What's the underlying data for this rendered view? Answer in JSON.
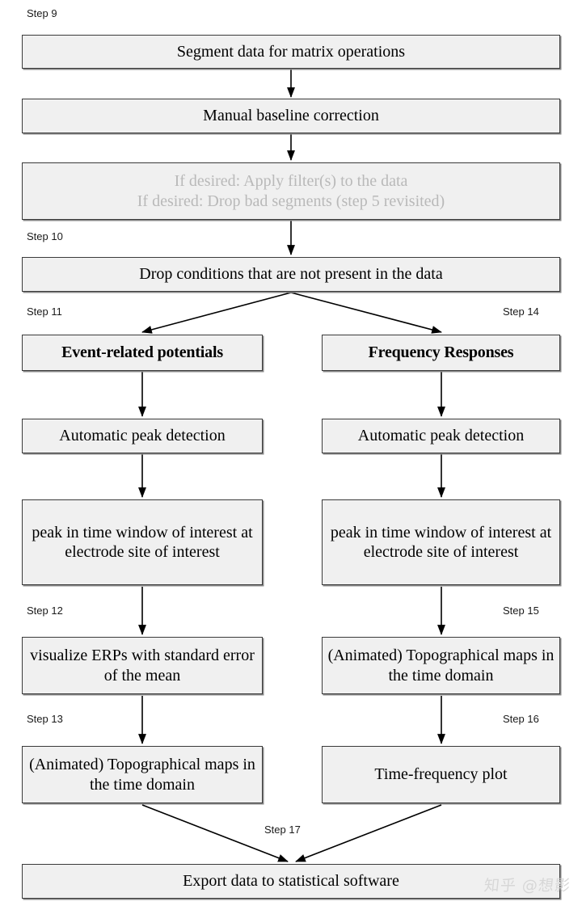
{
  "diagram": {
    "title": "EEG analysis pipeline flowchart (steps 9-17)",
    "background_color": "#ffffff",
    "box_fill_color": "#f0f0f0",
    "box_border_color": "#3a3a3a",
    "faded_text_color": "#b9b9b9",
    "text_color": "#000000"
  },
  "step_labels": [
    {
      "id": "step-9",
      "text": "Step 9"
    },
    {
      "id": "step-10",
      "text": "Step 10"
    },
    {
      "id": "step-11",
      "text": "Step 11"
    },
    {
      "id": "step-14",
      "text": "Step 14"
    },
    {
      "id": "step-12",
      "text": "Step 12"
    },
    {
      "id": "step-15",
      "text": "Step 15"
    },
    {
      "id": "step-13",
      "text": "Step 13"
    },
    {
      "id": "step-16",
      "text": "Step 16"
    },
    {
      "id": "step-17",
      "text": "Step 17"
    }
  ],
  "nodes": {
    "segment_data": "Segment data for matrix operations",
    "manual_baseline": "Manual baseline correction",
    "if_desired": "If desired: Apply filter(s) to the data\nIf desired: Drop bad segments (step 5 revisited)",
    "drop_conditions": "Drop conditions that are not present in the data",
    "erp_header": "Event-related potentials",
    "freq_header": "Frequency Responses",
    "erp_peak_detection": "Automatic peak detection",
    "freq_peak_detection": "Automatic peak detection",
    "erp_peak_window": "peak in time window of interest at electrode site of interest",
    "freq_peak_window": "peak in time window of interest at electrode site of interest",
    "visualize_erps": "visualize ERPs with standard error of the mean",
    "freq_topo_maps": "(Animated) Topographical maps in the time domain",
    "erp_topo_maps": "(Animated) Topographical maps in the time domain",
    "time_frequency_plot": "Time-frequency plot",
    "export_data": "Export data to statistical software"
  },
  "watermark": {
    "text": "知乎 @想影"
  }
}
